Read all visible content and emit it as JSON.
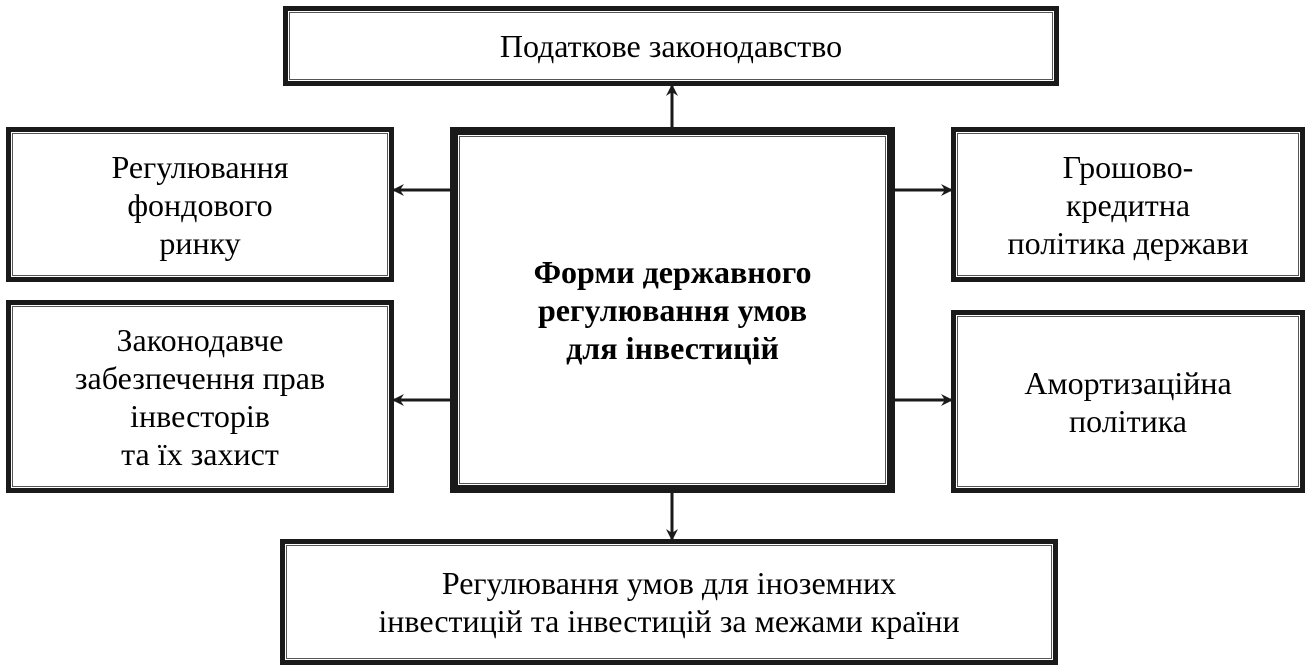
{
  "diagram": {
    "central": "Форми державного\nрегулювання умов\nдля інвестицій",
    "top": "Податкове законодавство",
    "left_upper": "Регулювання\nфондового\nринку",
    "left_lower": "Законодавче\nзабезпечення прав\nінвесторів\nта їх захист",
    "right_upper": "Грошово-\nкредитна\nполітика держави",
    "right_lower": "Амортизаційна\nполітика",
    "bottom": "Регулювання умов для іноземних\nінвестицій та інвестицій за межами країни"
  },
  "colors": {
    "border": "#1a1a1a",
    "text": "#000000",
    "background": "#ffffff"
  }
}
